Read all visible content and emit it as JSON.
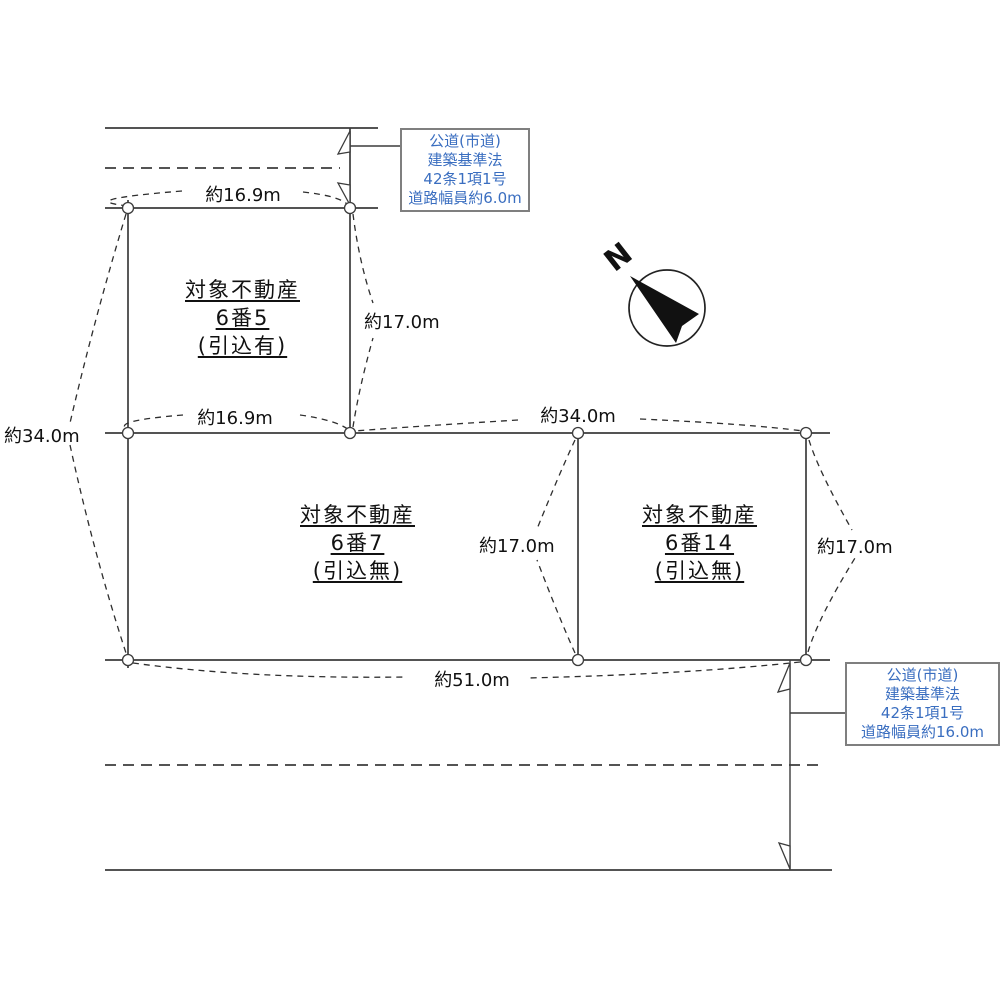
{
  "diagram": {
    "compass": {
      "north_label": "N"
    },
    "notes": {
      "top_road": {
        "lines": [
          "公道(市道)",
          "建築基準法",
          "42条1項1号",
          "道路幅員約6.0m"
        ]
      },
      "bottom_road": {
        "lines": [
          "公道(市道)",
          "建築基準法",
          "42条1項1号",
          "道路幅員約16.0m"
        ]
      }
    },
    "plots": {
      "p65": {
        "title": "対象不動産",
        "number": "6番5",
        "note": "(引込有)"
      },
      "p67": {
        "title": "対象不動産",
        "number": "6番7",
        "note": "(引込無)"
      },
      "p614": {
        "title": "対象不動産",
        "number": "6番14",
        "note": "(引込無)"
      }
    },
    "dimensions": {
      "top_width": "約16.9m",
      "mid_width": "約16.9m",
      "left_height": "約34.0m",
      "mid_top_width": "約34.0m",
      "p65_height": "約17.0m",
      "p67_height": "約17.0m",
      "p614_height": "約17.0m",
      "bottom_width": "約51.0m"
    },
    "colors": {
      "note_text": "#3a6ec0",
      "note_border": "#7f7f7f",
      "line": "#3c3c3c"
    }
  }
}
